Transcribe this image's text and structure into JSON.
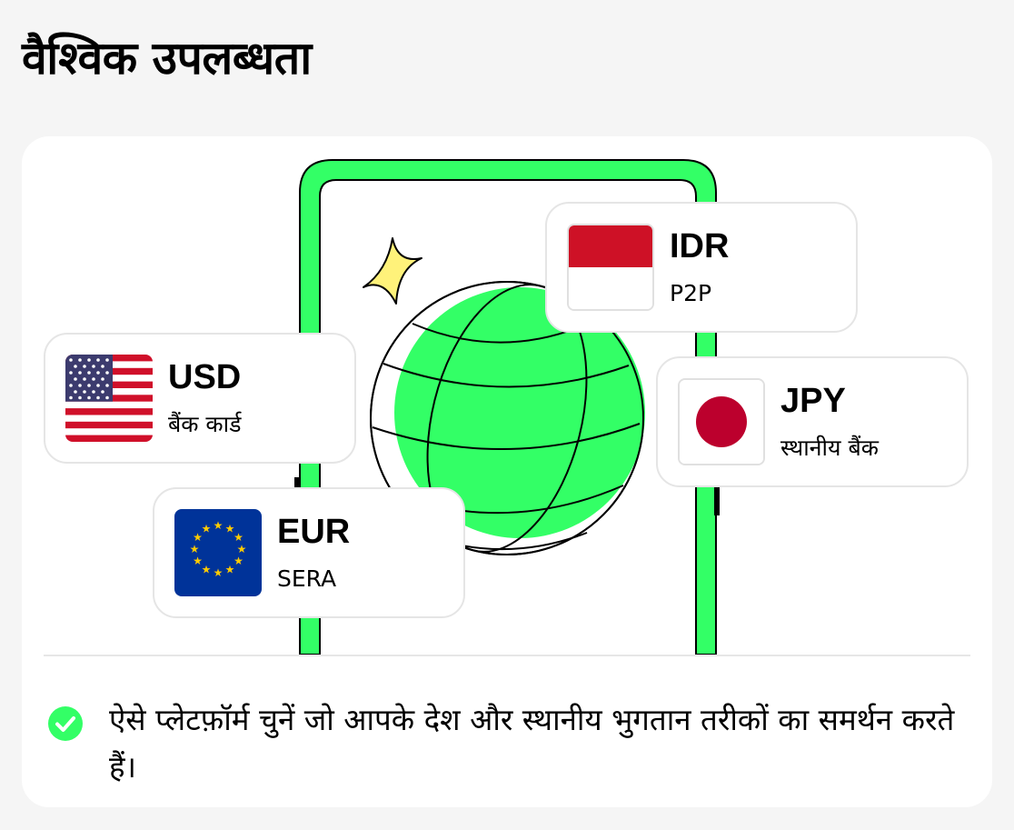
{
  "header": {
    "title": "वैश्विक उपलब्धता"
  },
  "currencies": [
    {
      "code": "USD",
      "method": "बैंक कार्ड",
      "flag": "us-flag-icon"
    },
    {
      "code": "IDR",
      "method": "P2P",
      "flag": "indonesia-flag-icon"
    },
    {
      "code": "JPY",
      "method": "स्थानीय बैंक",
      "flag": "japan-flag-icon"
    },
    {
      "code": "EUR",
      "method": "SERA",
      "flag": "eu-flag-icon"
    }
  ],
  "footer": {
    "icon": "check-circle-icon",
    "text": "ऐसे प्लेटफ़ॉर्म चुनें जो आपके देश और स्थानीय भुगतान तरीकों का समर्थन करते हैं।"
  },
  "colors": {
    "accent": "#33ff66",
    "background": "#f5f5f5",
    "card": "#ffffff",
    "sparkle": "#fff27a",
    "idr_red": "#ce1126",
    "jpy_red": "#bc002d",
    "eu_blue": "#003399",
    "eu_gold": "#ffcc00"
  }
}
